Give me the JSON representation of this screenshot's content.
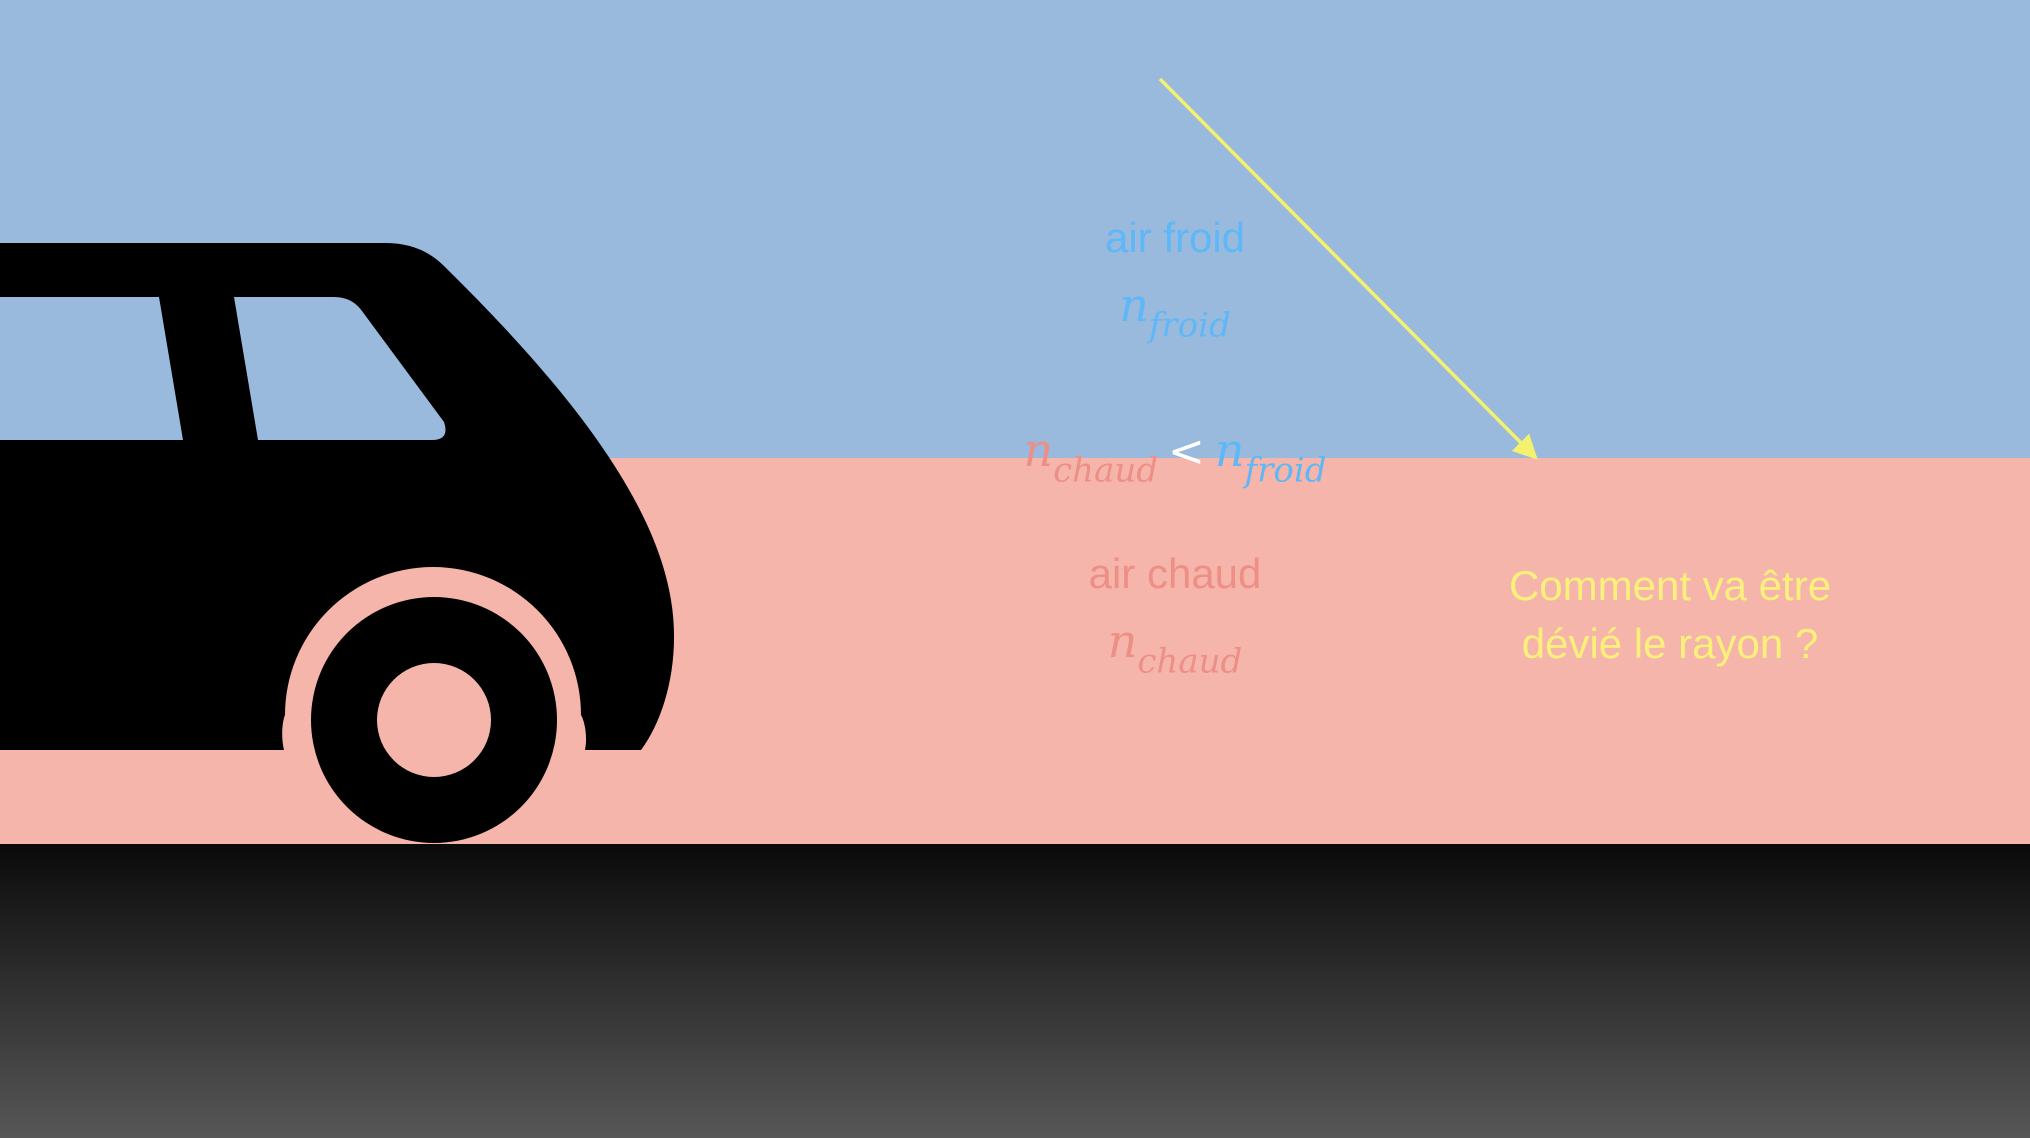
{
  "colors": {
    "cold_air": "#99badc",
    "hot_air": "#f5b5ab",
    "cold_text": "#5eb7f7",
    "hot_text": "#ee8f86",
    "operator": "#ffffff",
    "ray": "#f3f16d",
    "question": "#fbf07a",
    "car": "#000000",
    "road_top": "#0a0a0a",
    "road_bottom": "#575757"
  },
  "cold_layer": {
    "label": "air froid",
    "symbol": {
      "base": "n",
      "sub": "froid"
    }
  },
  "hot_layer": {
    "label": "air chaud",
    "symbol": {
      "base": "n",
      "sub": "chaud"
    }
  },
  "relation": {
    "left": {
      "base": "n",
      "sub": "chaud"
    },
    "operator": "<",
    "right": {
      "base": "n",
      "sub": "froid"
    }
  },
  "question": {
    "line1": "Comment va être",
    "line2": "dévié le rayon ?"
  },
  "icons": [
    "car-icon",
    "light-ray-arrow"
  ]
}
